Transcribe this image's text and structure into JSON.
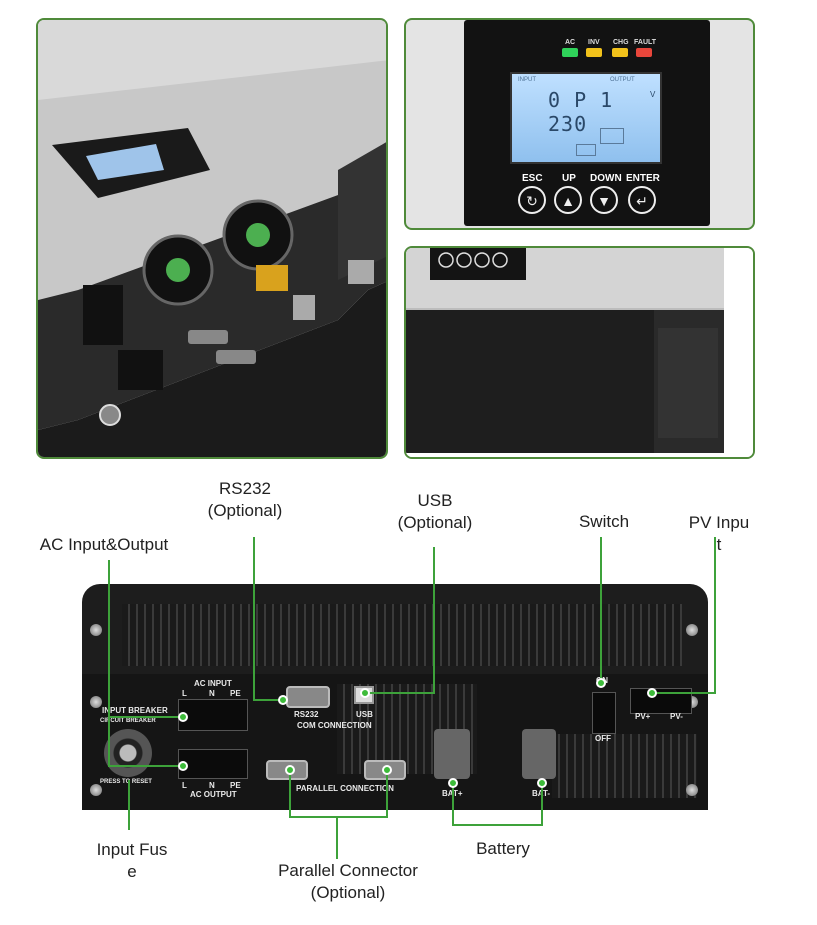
{
  "top_left_panel": {
    "subject": "inverter-open-wiring-view"
  },
  "lcd_panel": {
    "leds": [
      {
        "label": "AC",
        "color": "#2fd35a"
      },
      {
        "label": "INV",
        "color": "#f2c21b"
      },
      {
        "label": "CHG",
        "color": "#f2c21b"
      },
      {
        "label": "FAULT",
        "color": "#e8463b"
      }
    ],
    "lcd_text_left": "INPUT",
    "lcd_text_right": "OUTPUT",
    "lcd_main": "0 P 1 230",
    "lcd_unit": "V",
    "buttons": [
      {
        "label": "ESC",
        "icon": "refresh-icon"
      },
      {
        "label": "UP",
        "icon": "up-triangle-icon"
      },
      {
        "label": "DOWN",
        "icon": "down-triangle-icon"
      },
      {
        "label": "ENTER",
        "icon": "enter-icon"
      }
    ]
  },
  "bottom_panel": {
    "labels": {
      "rs232": "RS232\n(Optional)",
      "usb": "USB\n(Optional)",
      "switch": "Switch",
      "pv_input": "PV Inpu\nt",
      "ac_io": "AC Input&Output",
      "input_fuse": "Input Fus\ne",
      "parallel": "Parallel Connector\n(Optional)",
      "battery": "Battery"
    },
    "device_text": {
      "ac_input": "AC INPUT",
      "l": "L",
      "n": "N",
      "pe": "PE",
      "input_breaker": "INPUT BREAKER",
      "rs232": "RS232",
      "usb": "USB",
      "com_connection": "COM CONNECTION",
      "parallel_connection": "PARALLEL CONNECTION",
      "ac_output": "AC OUTPUT",
      "on": "ON",
      "off": "OFF",
      "pv_plus": "PV+",
      "pv_minus": "PV-",
      "bat_plus": "BAT+",
      "bat_minus": "BAT-",
      "circuit_breaker": "CIRCUIT BREAKER",
      "press_to_reset": "PRESS TO RESET"
    }
  }
}
